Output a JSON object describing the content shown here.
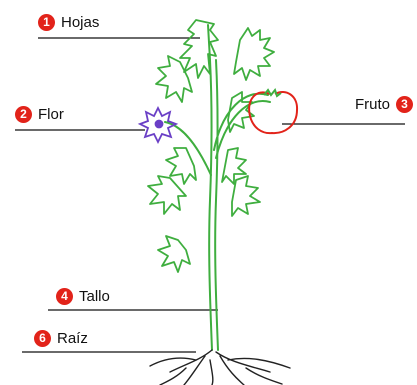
{
  "labels": {
    "hojas": {
      "num": "1",
      "text": "Hojas"
    },
    "flor": {
      "num": "2",
      "text": "Flor"
    },
    "fruto": {
      "num": "3",
      "text": "Fruto"
    },
    "tallo": {
      "num": "4",
      "text": "Tallo"
    },
    "raiz": {
      "num": "6",
      "text": "Raíz"
    }
  },
  "colors": {
    "badge": "#e2231a",
    "plant": "#3fae3f",
    "flower": "#6a3fc6",
    "fruit": "#e2231a",
    "roots": "#222222",
    "leader_lines": "#111111"
  }
}
